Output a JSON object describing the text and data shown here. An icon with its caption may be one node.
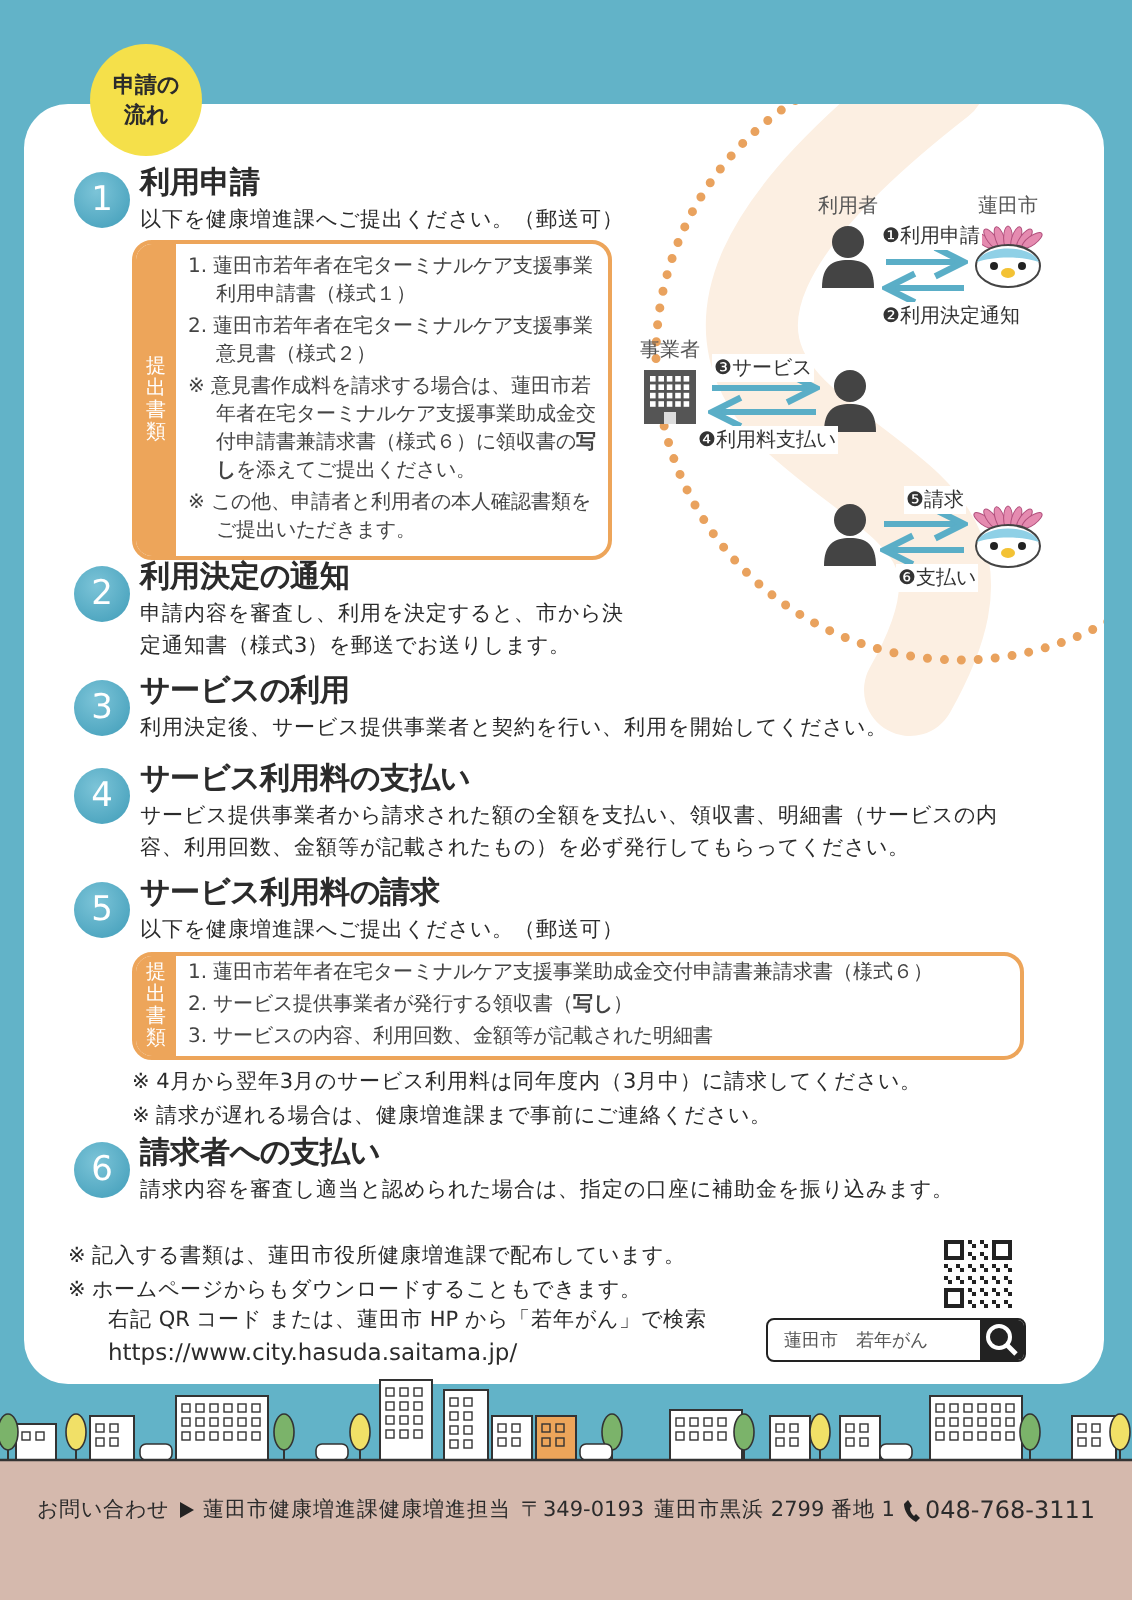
{
  "diagram": {
    "nodes": [
      {
        "text": [
          "申請の流れ"
        ]
      },
      {
        "text": [
          "1"
        ],
        "beside": [
          "利用申請",
          "以下を健康増進課へご提出ください。（郵送可）"
        ]
      },
      {
        "text": [
          "提出書類",
          "1. 蓮田市若年者在宅ターミナルケア支援事業利用申請書（様式１）",
          "2. 蓮田市若年者在宅ターミナルケア支援事業意見書（様式２）",
          "※ 意見書作成料を請求する場合は、蓮田市若年者在宅ターミナルケア支援事業助成金交付申請書兼請求書（様式６）に領収書の**写し**を添えてご提出ください。",
          "※ この他、申請者と利用者の本人確認書類をご提出いただきます。"
        ]
      },
      {
        "text": [
          "2"
        ],
        "beside": [
          "利用決定の通知",
          "申請内容を審査し、利用を決定すると、市から決定通知書（様式3）を郵送でお送りします。"
        ]
      },
      {
        "text": [
          "3"
        ],
        "beside": [
          "サービスの利用",
          "利用決定後、サービス提供事業者と契約を行い、利用を開始してください。"
        ]
      },
      {
        "text": [
          "4"
        ],
        "beside": [
          "サービス利用料の支払い",
          "サービス提供事業者から請求された額の全額を支払い、領収書、明細書（サービスの内容、利用回数、金額等が記載されたもの）を必ず発行してもらってください。"
        ]
      },
      {
        "text": [
          "5"
        ],
        "beside": [
          "サービス利用料の請求",
          "以下を健康増進課へご提出ください。（郵送可）"
        ]
      },
      {
        "text": [
          "提出書類",
          "1. 蓮田市若年者在宅ターミナルケア支援事業助成金交付申請書兼請求書（様式６）",
          "2. サービス提供事業者が発行する領収書（**写し**）",
          "3. サービスの内容、利用回数、金額等が記載された明細書"
        ]
      },
      {
        "text": [
          "6"
        ],
        "beside": [
          "請求者への支払い",
          "請求内容を審査し適当と認められた場合は、指定の口座に補助金を振り込みます。"
        ]
      },
      {
        "text": [
          "利用者"
        ]
      },
      {
        "text": [
          "蓮田市"
        ]
      },
      {
        "text": [
          "事業者"
        ]
      },
      {
        "text": [],
        "shape": "person"
      },
      {
        "text": [],
        "shape": "person"
      },
      {
        "text": [],
        "shape": "picture"
      }
    ],
    "edges": [
      {
        "from": 9,
        "to": 10,
        "arrow": "to",
        "label": "❶利用申請"
      },
      {
        "from": 10,
        "to": 9,
        "arrow": "to",
        "label": "❷利用決定通知"
      },
      {
        "from": 11,
        "to": 12,
        "arrow": "to",
        "label": "❸サービス"
      },
      {
        "from": 12,
        "to": 11,
        "arrow": "to",
        "label": "❹利用料支払い"
      },
      {
        "from": 13,
        "to": 14,
        "arrow": "to",
        "label": "❺請求"
      },
      {
        "from": 14,
        "to": 13,
        "arrow": "to",
        "label": "❻支払い"
      }
    ],
    "labels": [
      "※ 4月から翌年3月のサービス利用料は同年度内（3月中）に請求してください。",
      "※ 請求が遅れる場合は、健康増進課まで事前にご連絡ください。",
      "※ 記入する書類は、蓮田市役所健康増進課で配布しています。",
      "※ ホームページからもダウンロードすることもできます。",
      "右記 QR コード または、蓮田市 HP から「若年がん」で検索",
      "https://www.city.hasuda.saitama.jp/",
      "蓮田市　若年がん",
      "お問い合わせ",
      "蓮田市健康増進課健康増進担当",
      "〒349-0193",
      "蓮田市黒浜 2799 番地 1",
      "048-768-3111"
    ]
  }
}
